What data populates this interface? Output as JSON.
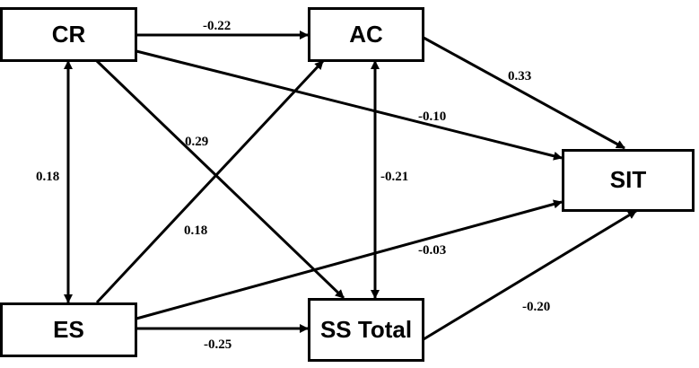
{
  "nodes": {
    "cr": {
      "label": "CR"
    },
    "ac": {
      "label": "AC"
    },
    "es": {
      "label": "ES"
    },
    "ss": {
      "label": "SS Total"
    },
    "sit": {
      "label": "SIT"
    }
  },
  "edges": {
    "cr_ac": {
      "value": "-0.22"
    },
    "ac_sit": {
      "value": "0.33"
    },
    "cr_sit": {
      "value": "-0.10"
    },
    "cr_ss": {
      "value": "0.29"
    },
    "cr_es": {
      "value": "0.18"
    },
    "ac_ss": {
      "value": "-0.21"
    },
    "es_ac": {
      "value": "0.18"
    },
    "es_sit": {
      "value": "-0.03"
    },
    "es_ss": {
      "value": "-0.25"
    },
    "ss_sit": {
      "value": "-0.20"
    }
  }
}
